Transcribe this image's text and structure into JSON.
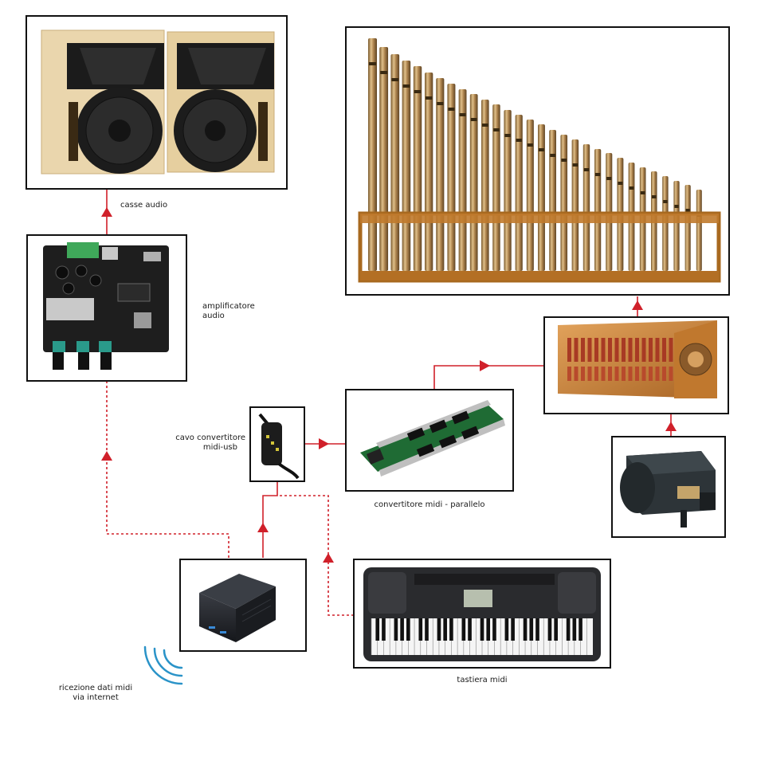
{
  "labels": {
    "speakers": "casse audio",
    "amplifier_line1": "amplificatore",
    "amplifier_line2": "audio",
    "cable_line1": "cavo convertitore",
    "cable_line2": "midi-usb",
    "converter": "convertitore midi - parallelo",
    "keyboard": "tastiera midi",
    "internet_line1": "ricezione dati midi",
    "internet_line2": "via internet"
  },
  "colors": {
    "connector": "#d0202a",
    "frame": "#111111",
    "wood": "#e8d2a8",
    "pcb_dark": "#1e1e1e",
    "pcb_green": "#1f6b34",
    "brass": "#b88a4a",
    "wifi": "#2a93c8"
  },
  "icons": {
    "speakers": "speaker-pair-icon",
    "amplifier": "amplifier-board-icon",
    "organ_pipes": "organ-pipes-icon",
    "relay_box": "relay-box-icon",
    "bellows": "blower-icon",
    "cable": "midi-usb-cable-icon",
    "converter": "converter-board-icon",
    "mini_pc": "mini-pc-icon",
    "keyboard": "keyboard-icon",
    "wifi": "wifi-signal-icon"
  }
}
